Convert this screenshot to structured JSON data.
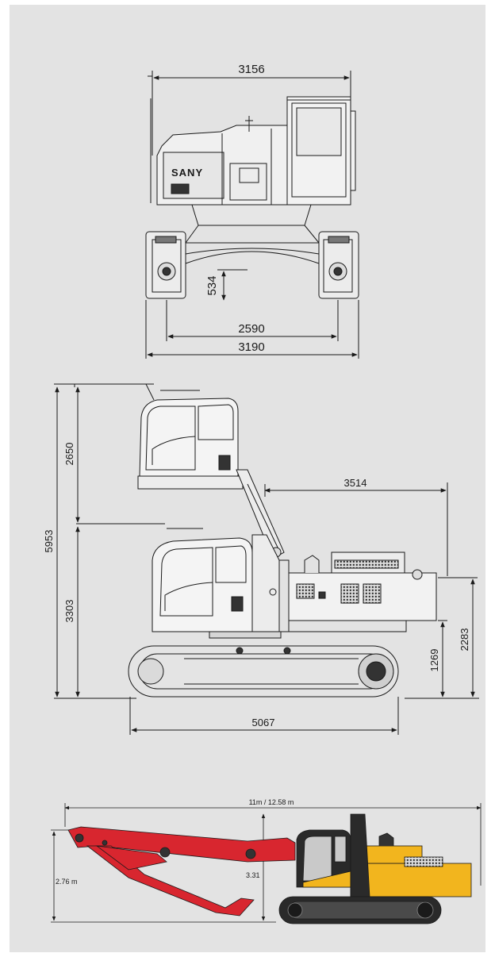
{
  "colors": {
    "background": "#e3e3e3",
    "line": "#1a1a1a",
    "boom": "#d8262f",
    "body": "#f2b51e",
    "dark": "#2a2a2a"
  },
  "front_view": {
    "brand": "SANY",
    "width_top": "3156",
    "ground_clearance": "534",
    "track_gauge": "2590",
    "track_width": "3190"
  },
  "side_view": {
    "total_height": "5953",
    "cab_raise": "2650",
    "cab_height": "3303",
    "tail_radius": "3514",
    "counterweight_clearance": "1269",
    "body_height": "2283",
    "track_length": "5067"
  },
  "reach_view": {
    "reach": "11m / 12.58 m",
    "height_left": "2.76 m",
    "height_mid": "3.31"
  }
}
